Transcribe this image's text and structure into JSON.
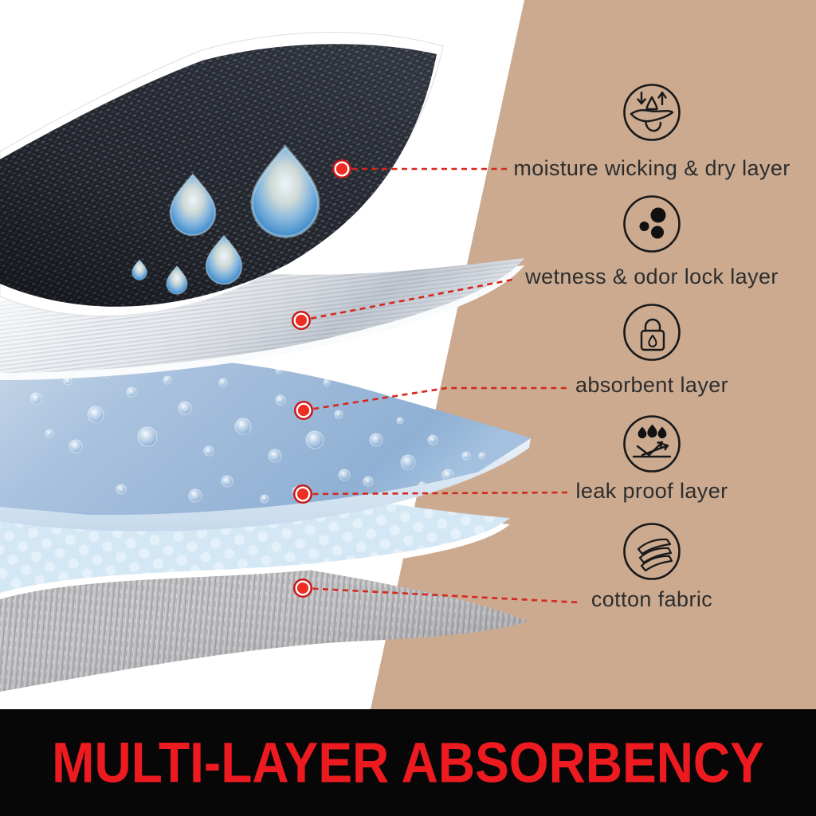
{
  "scene": {
    "background_color": "#ffffff",
    "panel_color": "#cbaa90",
    "leader_line_color": "#d4281f",
    "dot_fill_color": "#ee2e23"
  },
  "callouts": [
    {
      "label": "moisture wicking & dry layer",
      "icon": "moisture-wicking-dry-icon",
      "layer_color": "#2b2e36"
    },
    {
      "label": "wetness & odor lock layer",
      "icon": "wetness-odor-lock-icon",
      "layer_color": "#e9ebf0"
    },
    {
      "label": "absorbent layer",
      "icon": "absorbent-lock-icon",
      "layer_color": "#a3bedd"
    },
    {
      "label": "leak proof layer",
      "icon": "leak-proof-icon",
      "layer_color": "#d3e7f5"
    },
    {
      "label": "cotton fabric",
      "icon": "cotton-fabric-icon",
      "layer_color": "#b3b3b6"
    }
  ],
  "banner": {
    "text": "MULTI-LAYER ABSORBENCY",
    "background_color": "#070707",
    "text_color": "#ed1b20"
  }
}
